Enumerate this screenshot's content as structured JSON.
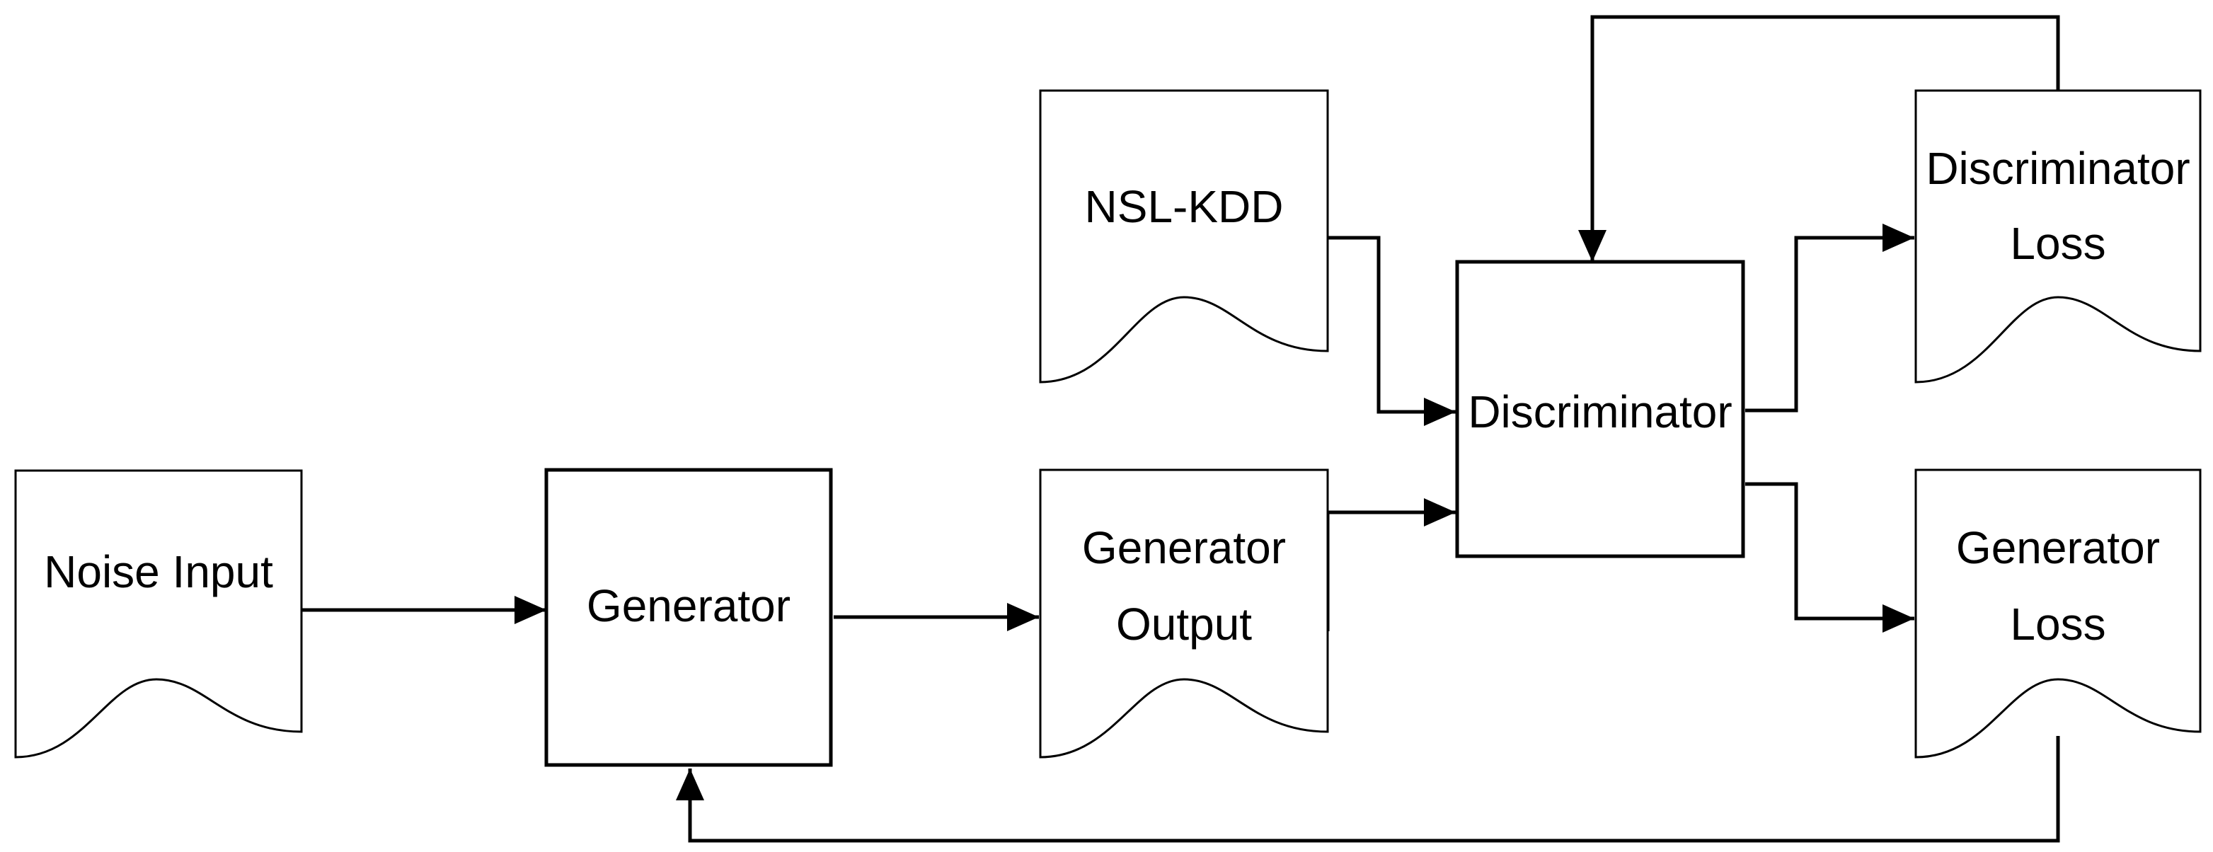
{
  "nodes": {
    "noise_input": {
      "label": "Noise Input"
    },
    "generator": {
      "label": "Generator"
    },
    "generator_output": {
      "line1": "Generator",
      "line2": "Output"
    },
    "nsl_kdd": {
      "label": "NSL-KDD"
    },
    "discriminator": {
      "label": "Discriminator"
    },
    "discriminator_loss": {
      "line1": "Discriminator",
      "line2": "Loss"
    },
    "generator_loss": {
      "line1": "Generator",
      "line2": "Loss"
    }
  },
  "edges": [
    {
      "from": "noise_input",
      "to": "generator"
    },
    {
      "from": "generator",
      "to": "generator_output"
    },
    {
      "from": "generator_output",
      "to": "discriminator"
    },
    {
      "from": "nsl_kdd",
      "to": "discriminator"
    },
    {
      "from": "discriminator",
      "to": "discriminator_loss"
    },
    {
      "from": "discriminator",
      "to": "generator_loss"
    },
    {
      "from": "discriminator_loss",
      "to": "discriminator"
    },
    {
      "from": "generator_loss",
      "to": "generator"
    }
  ],
  "colors": {
    "stroke": "#000000",
    "fill": "#ffffff"
  }
}
